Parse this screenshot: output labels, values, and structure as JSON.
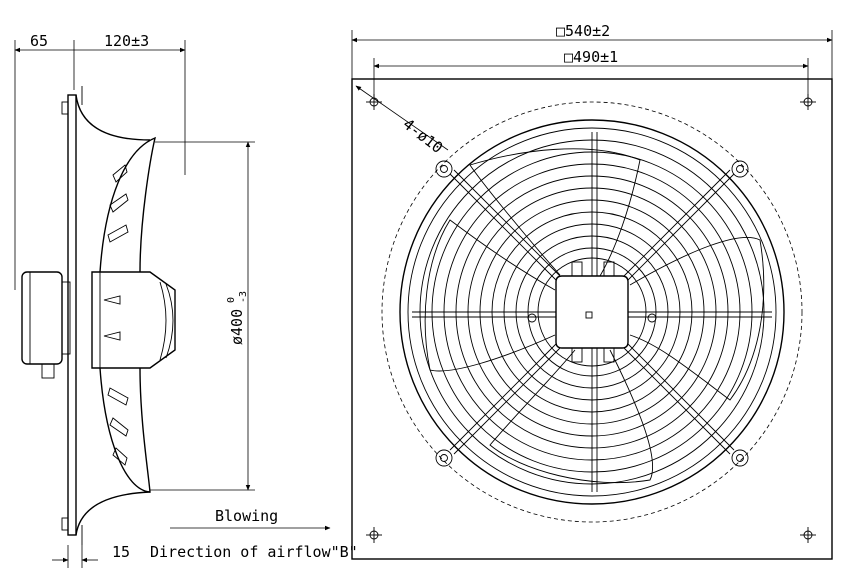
{
  "dimensions": {
    "side_offset": "65",
    "side_depth": "120±3",
    "outer_square": "□540±2",
    "inner_square": "□490±1",
    "holes": "4-ø10",
    "diameter_main": "ø400",
    "diameter_sup": "0",
    "diameter_sub": "-3",
    "flange_thickness": "15"
  },
  "airflow": {
    "blowing_label": "Blowing",
    "direction_label": "Direction of airflow\"B\""
  }
}
